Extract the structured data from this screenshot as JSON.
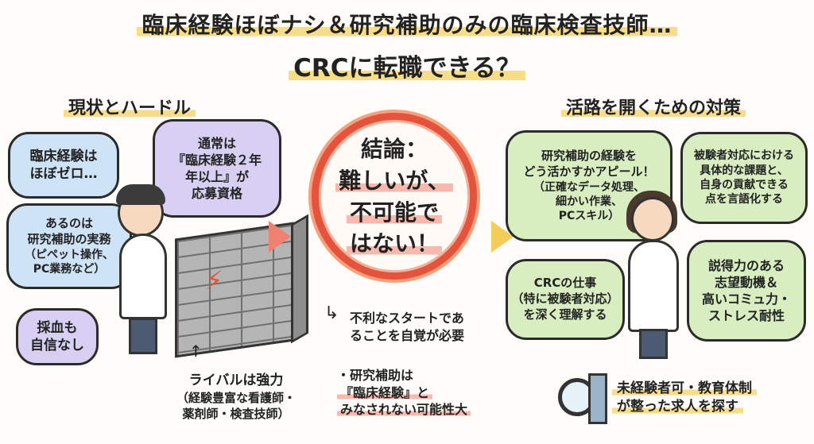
{
  "title": {
    "line1": "臨床経験ほぼナシ＆研究補助のみの臨床検査技師…",
    "line2": "CRCに転職できる？"
  },
  "left": {
    "heading": "現状とハードル",
    "bubbles": [
      {
        "lines": [
          "臨床経験は",
          "ほぼゼロ…"
        ]
      },
      {
        "lines": [
          "通常は",
          "『臨床経験２年",
          "年以上』が",
          "応募資格"
        ]
      },
      {
        "lines": [
          "あるのは",
          "研究補助の実務"
        ],
        "sub": [
          "（ピペット操作、",
          "PC業務など）"
        ]
      },
      {
        "lines": [
          "採血も",
          "自信なし"
        ]
      }
    ],
    "rival": {
      "line1": "ライバルは強力",
      "sub": [
        "（経験豊富な看護師・",
        "薬剤師・検査技師）"
      ]
    }
  },
  "center": {
    "conclusion": [
      "結論：",
      "難しいが、",
      "不可能で",
      "はない！"
    ],
    "notes": [
      {
        "lines": [
          "不利なスタートであ",
          "ることを自覚が必要"
        ]
      },
      {
        "lines": [
          "・研究補助は",
          "『臨床経験』と",
          "みなされない可能性大"
        ]
      }
    ]
  },
  "right": {
    "heading": "活路を開くための対策",
    "bubbles": [
      {
        "lines": [
          "研究補助の経験を",
          "どう活かすかアピール！"
        ],
        "sub": [
          "（正確なデータ処理、",
          "細かい作業、",
          "PCスキル）"
        ]
      },
      {
        "lines": [
          "被験者対応における",
          "具体的な課題と、",
          "自身の貢献できる",
          "点を言語化する"
        ]
      },
      {
        "lines": [
          "CRCの仕事",
          "（特に被験者対応）",
          "を深く理解する"
        ]
      },
      {
        "lines": [
          "説得力のある",
          "志望動機＆",
          "高いコミュ力・",
          "ストレス耐性"
        ]
      }
    ],
    "search": [
      "未経験者可・教育体制",
      "が整った求人を探す"
    ]
  },
  "colors": {
    "blue": "#cfe3f7",
    "purple": "#d7d0f2",
    "green": "#d8edc0",
    "ring": "#e4533b",
    "highlight": "#f7dc8a"
  }
}
